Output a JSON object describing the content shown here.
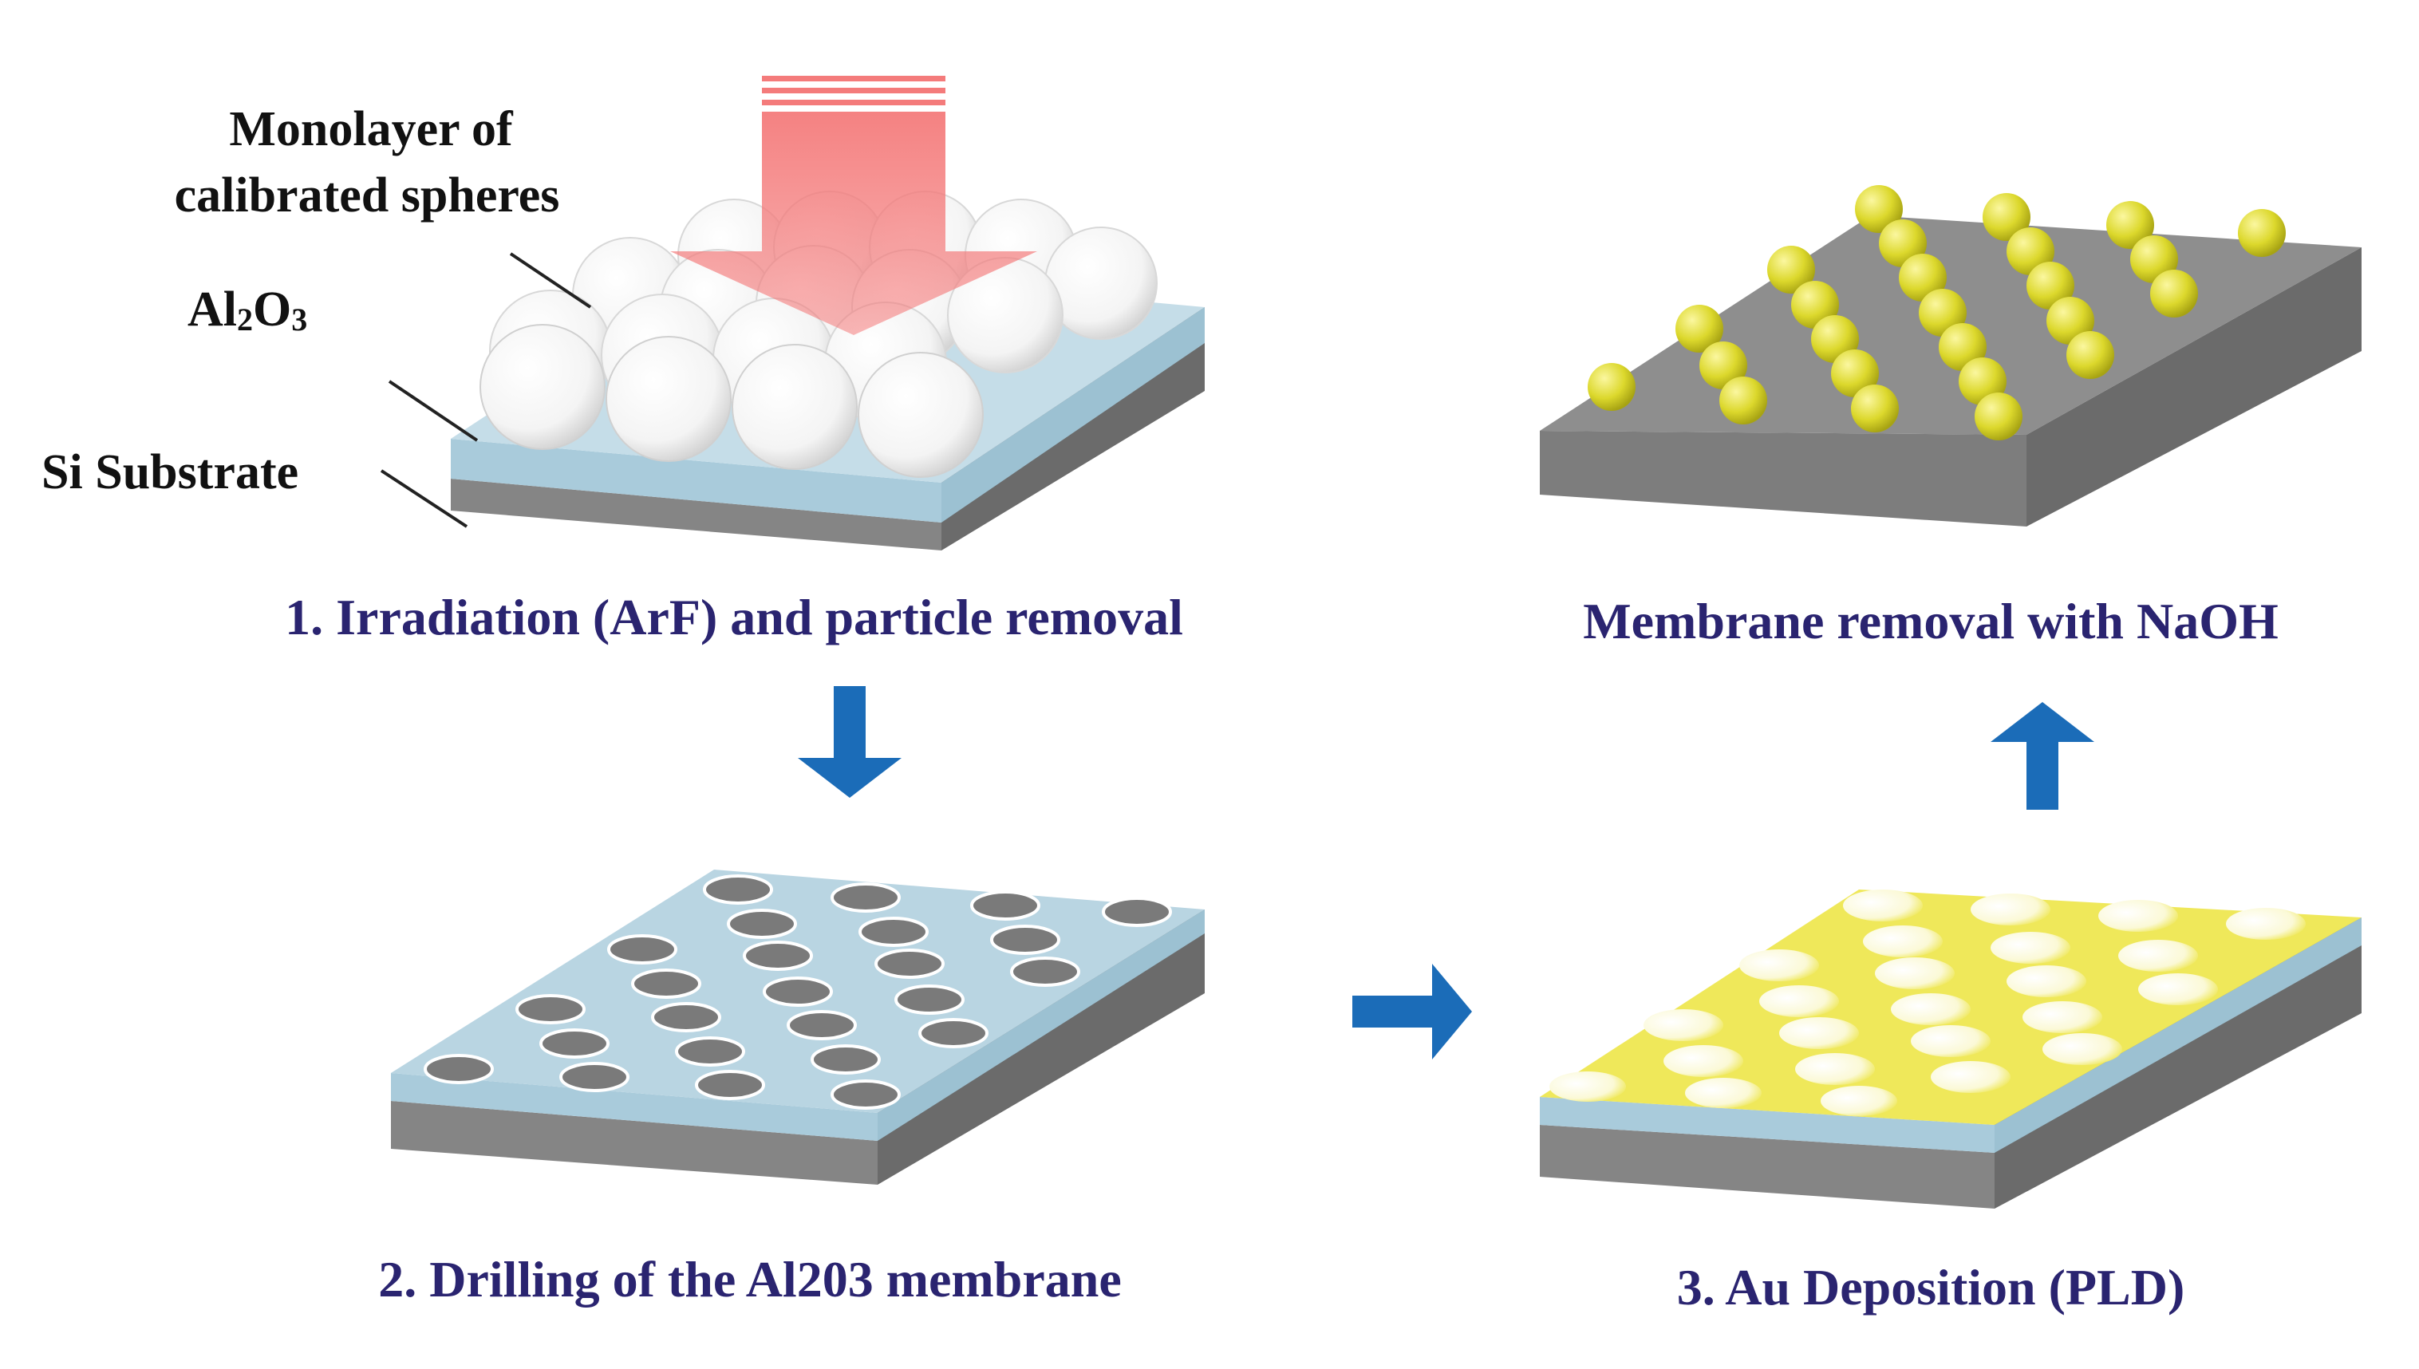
{
  "labels": {
    "monolayer_line1": "Monolayer of",
    "monolayer_line2": "calibrated spheres",
    "al2o3_main": "Al",
    "al2o3_sub1": "2",
    "al2o3_o": "O",
    "al2o3_sub2": "3",
    "si_substrate": "Si Substrate"
  },
  "steps": {
    "step1": "1. Irradiation (ArF) and particle removal",
    "step2": "2. Drilling of the Al203 membrane",
    "step3": "3. Au Deposition (PLD)",
    "step4": "Membrane removal with NaOH"
  },
  "colors": {
    "substrate_top": "#8e8e8e",
    "substrate_side": "#6b6b6b",
    "alumina": "#b9d5e2",
    "gold_film": "#efe85a",
    "gold_particle": "#d9d62a",
    "laser": "#f47b7b",
    "flow_arrow": "#1b6cb8",
    "step_text": "#2a2470"
  },
  "icons": {
    "laser": "laser-arrow-icon",
    "down": "down-arrow-icon",
    "right": "right-arrow-icon",
    "up": "up-arrow-icon"
  }
}
